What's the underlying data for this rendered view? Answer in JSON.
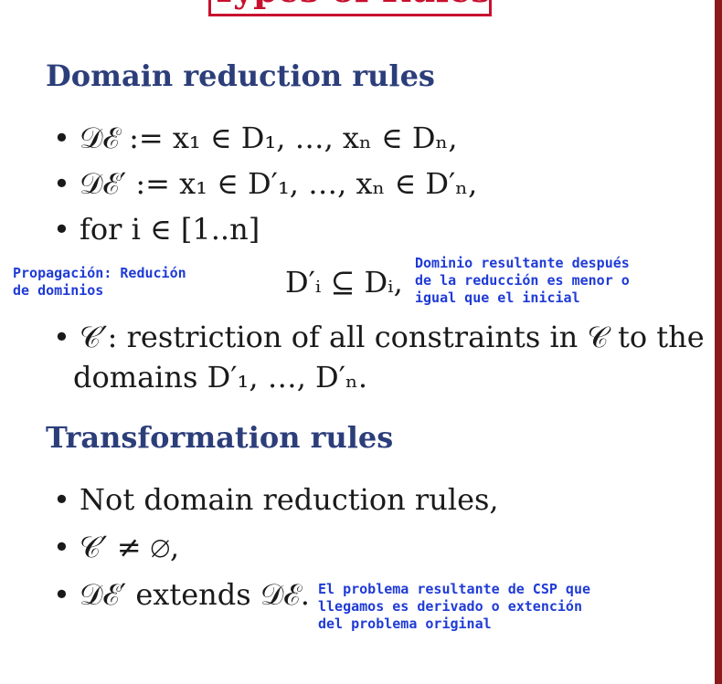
{
  "slide": {
    "title": "Types of Rules",
    "sections": {
      "domain": {
        "heading": "Domain reduction rules",
        "items": {
          "de": "• 𝒟ℰ := x₁ ∈ D₁, …, xₙ ∈ Dₙ,",
          "de_prime": "• 𝒟ℰ′ := x₁ ∈ D′₁, …, xₙ ∈ D′ₙ,",
          "for_i": "• for i ∈ [1..n]",
          "subset": "D′ᵢ ⊆ Dᵢ,",
          "c_prime_line1": "• 𝒞′: restriction of all constraints in 𝒞 to the",
          "c_prime_line2": "domains D′₁, …, D′ₙ."
        }
      },
      "transformation": {
        "heading": "Transformation rules",
        "items": {
          "not_domain": "• Not domain reduction rules,",
          "c_nonempty": "• 𝒞′ ≠ ∅,",
          "extends": "• 𝒟ℰ′ extends 𝒟ℰ."
        }
      }
    },
    "annotations": {
      "propagacion": [
        "Propagación: Redución",
        "de dominios"
      ],
      "dominio": [
        "Dominio resultante después",
        "de la reducción es menor o",
        "igual que el inicial"
      ],
      "problema": [
        "El problema resultante de CSP que",
        "llegamos es derivado o extención",
        "del problema original"
      ]
    },
    "colors": {
      "title": "#c8102e",
      "heading": "#2c3e7a",
      "annotation": "#1f3bd6",
      "right_bar": "#8b1a1a"
    }
  }
}
